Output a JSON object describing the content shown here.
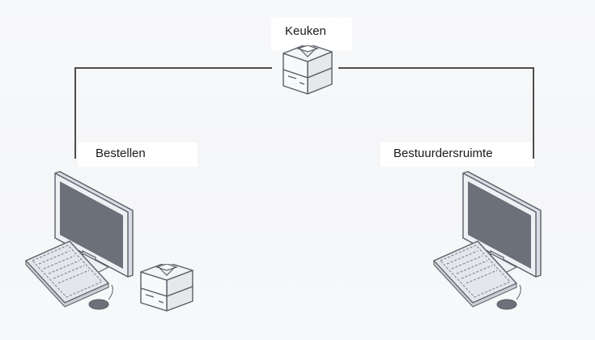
{
  "nodes": {
    "kitchen": {
      "label": "Keuken"
    },
    "ordering": {
      "label": "Bestellen"
    },
    "management": {
      "label": "Bestuurdersruimte"
    }
  },
  "colors": {
    "line": "#4d4d4d",
    "monitor_frame": "#e6e9ee",
    "monitor_screen": "#6b7079",
    "device_outline": "#5a5e66",
    "printer_body": "#f3f4f6"
  },
  "icons": {
    "kitchen_device": "receipt-printer-icon",
    "ordering_devices": [
      "desktop-computer-icon",
      "receipt-printer-icon"
    ],
    "management_devices": [
      "desktop-computer-icon"
    ]
  }
}
